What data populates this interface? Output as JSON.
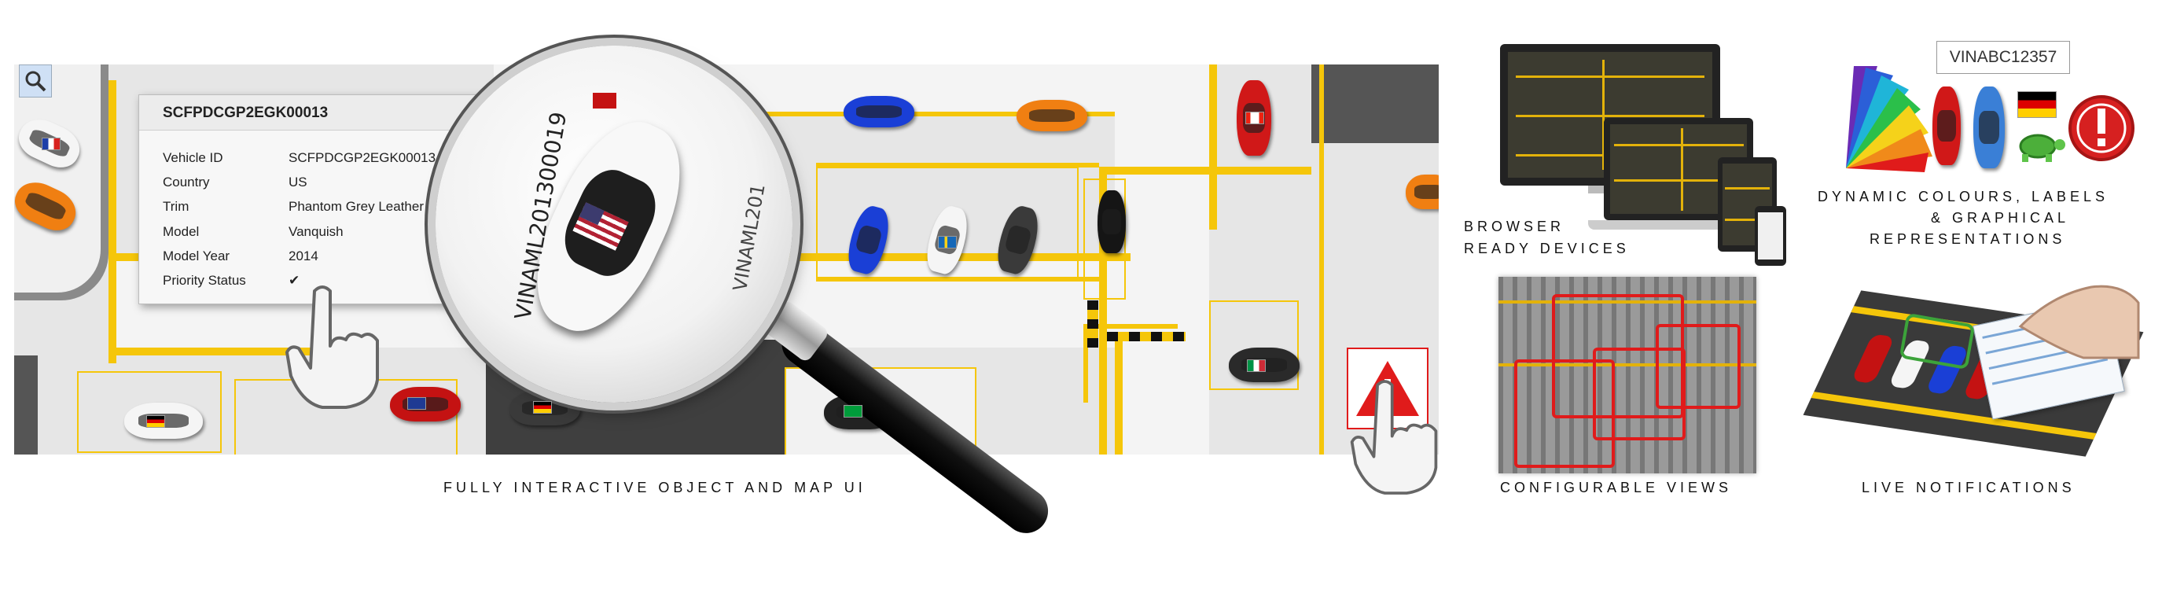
{
  "popup": {
    "title": "SCFPDCGP2EGK00013",
    "close_label": "×",
    "fields": [
      {
        "label": "Vehicle ID",
        "value": "SCFPDCGP2EGK00013"
      },
      {
        "label": "Country",
        "value": "US"
      },
      {
        "label": "Trim",
        "value": "Phantom Grey Leather"
      },
      {
        "label": "Model",
        "value": "Vanquish"
      },
      {
        "label": "Model Year",
        "value": "2014"
      },
      {
        "label": "Priority Status",
        "value": "✔"
      }
    ]
  },
  "magnifier": {
    "vin_main": "VINAML201300019",
    "vin_side": "VINAML201"
  },
  "vin_badge": "VINABC12357",
  "captions": {
    "main": "FULLY INTERACTIVE OBJECT AND MAP UI",
    "browser_line1": "BROWSER",
    "browser_line2": "READY DEVICES",
    "dynamic_line1": "DYNAMIC COLOURS, LABELS",
    "dynamic_line2": "& GRAPHICAL",
    "dynamic_line3": "REPRESENTATIONS",
    "views": "CONFIGURABLE VIEWS",
    "notifications": "LIVE NOTIFICATIONS"
  },
  "icons": {
    "search": "search-icon",
    "close": "close-icon",
    "hand": "hand-pointer-icon",
    "alert": "warning-alert-icon",
    "palette": "color-swatch-icon",
    "exclamation": "exclamation-icon",
    "turtle": "turtle-icon"
  },
  "colors": {
    "road_marking": "#f5c60a",
    "alert_red": "#e01b1b",
    "map_bg": "#e6e6e6"
  }
}
